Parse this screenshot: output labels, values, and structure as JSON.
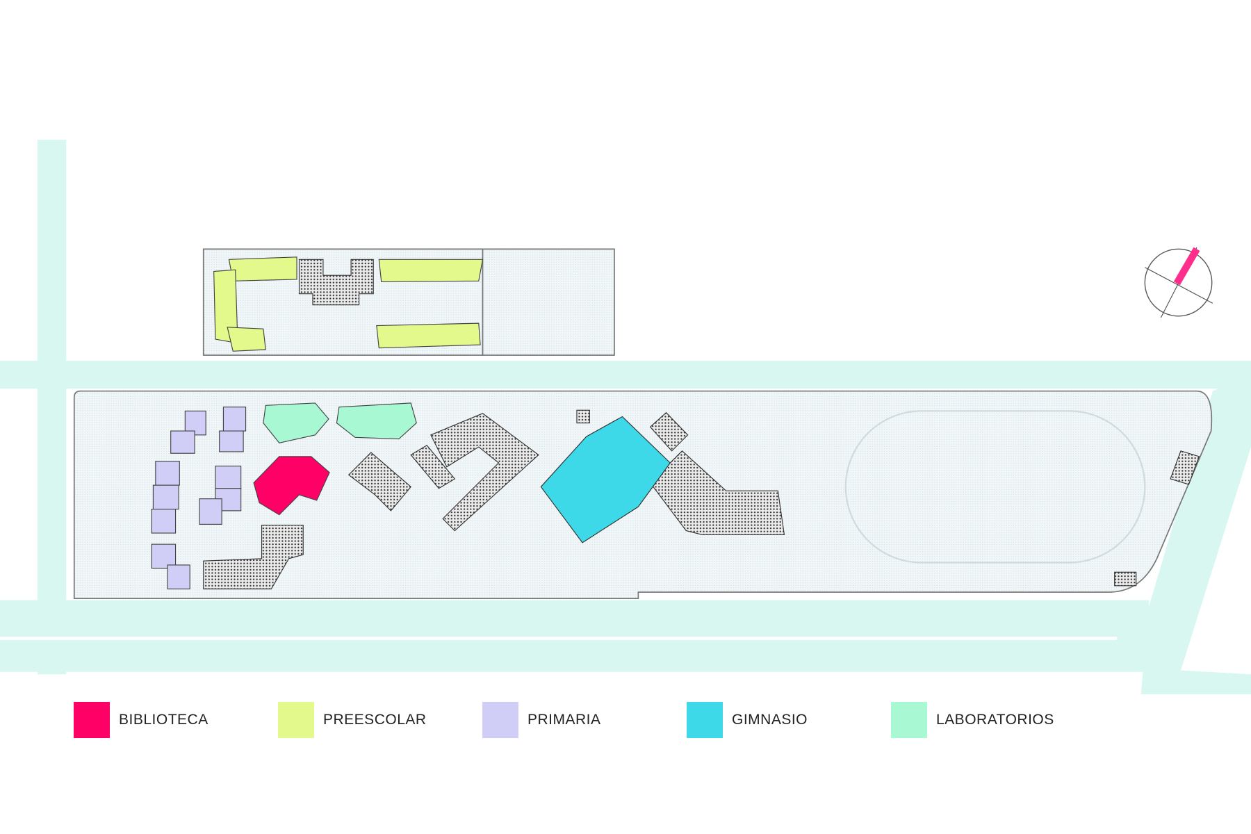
{
  "legend": [
    {
      "label": "BIBLIOTECA",
      "color": "#ff0066"
    },
    {
      "label": "PREESCOLAR",
      "color": "#e3f98c"
    },
    {
      "label": "PRIMARIA",
      "color": "#d0cdf7"
    },
    {
      "label": "GIMNASIO",
      "color": "#3dd9e8"
    },
    {
      "label": "LABORATORIOS",
      "color": "#a8f8d4"
    }
  ],
  "colors": {
    "road": "#d8f7f1",
    "site": "#eef5f8",
    "built": "#bdbdbd",
    "north": "#ff2e8c"
  }
}
